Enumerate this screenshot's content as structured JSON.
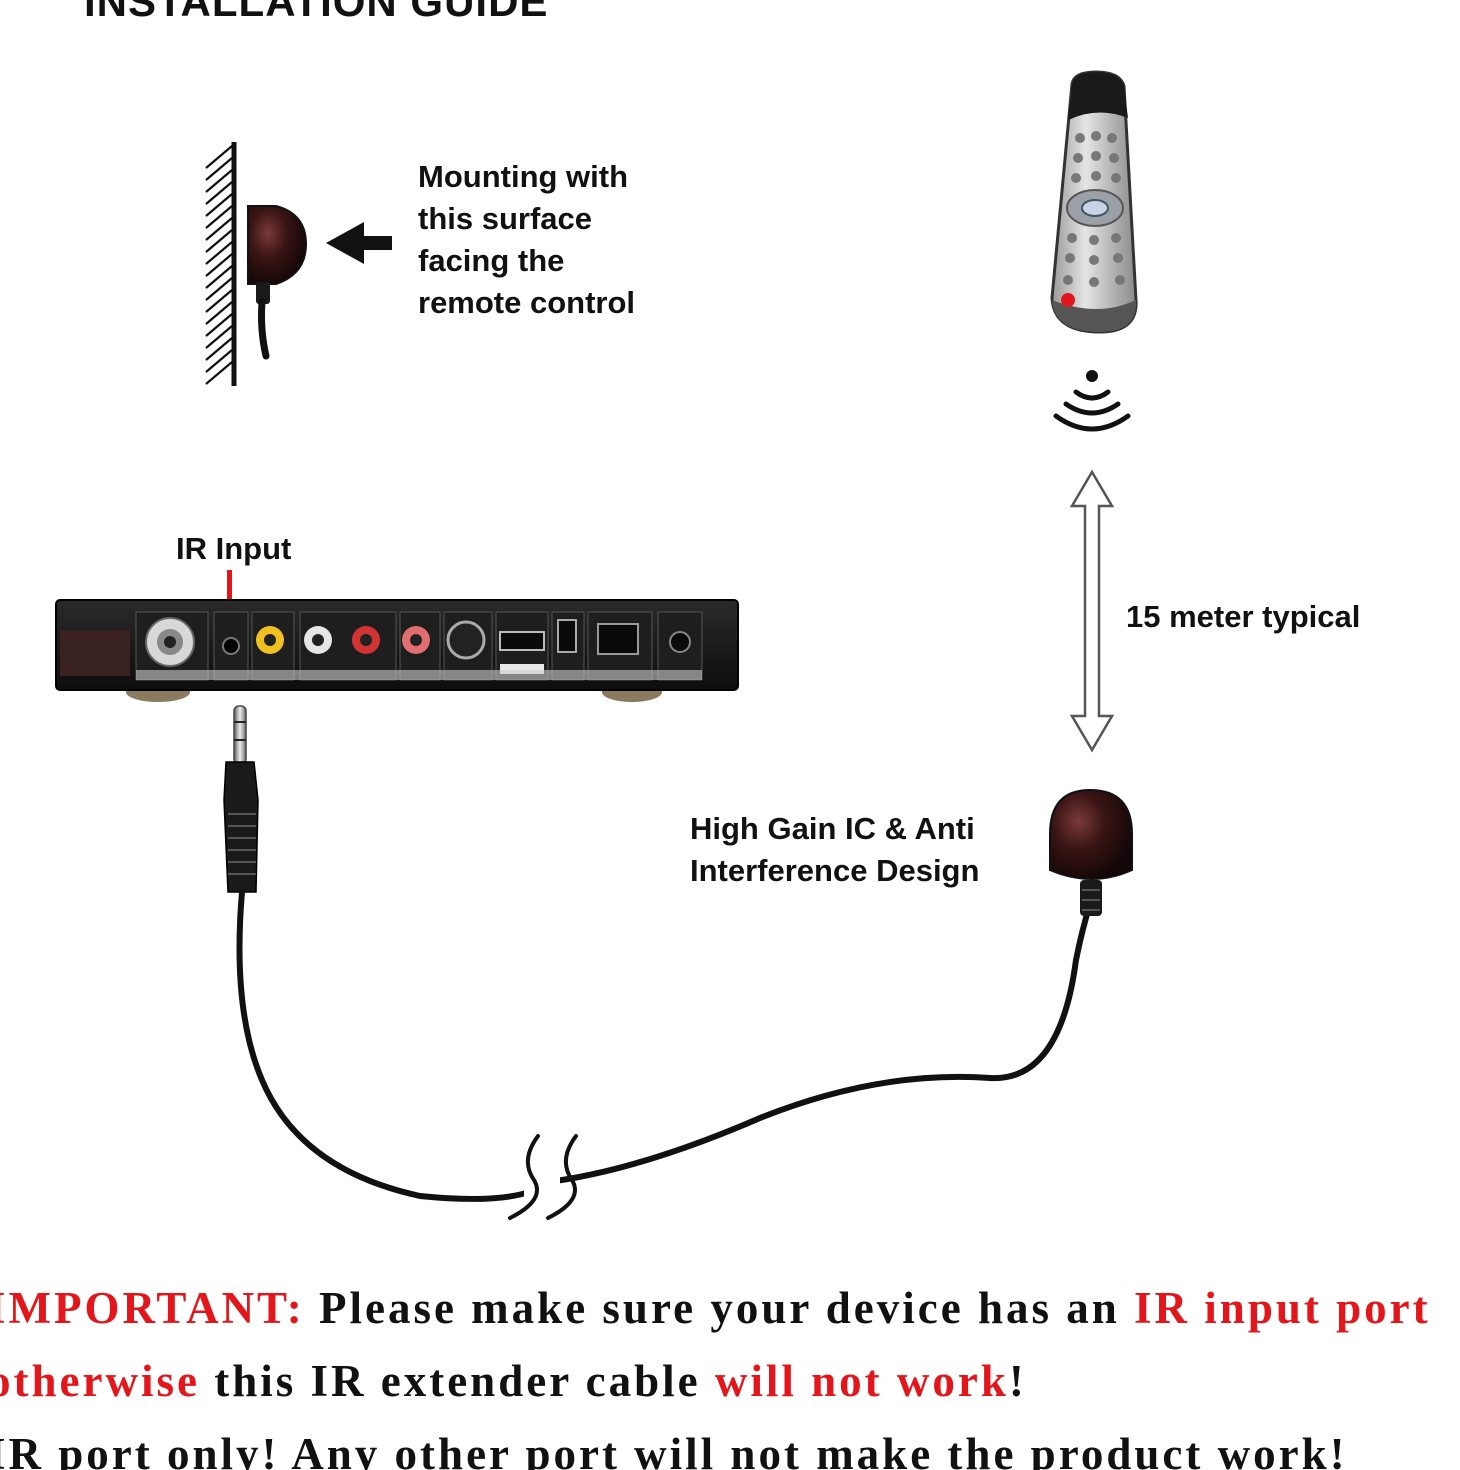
{
  "title": "INSTALLATION GUIDE",
  "mounting_note": [
    "Mounting with",
    "this surface",
    "facing the",
    "remote control"
  ],
  "ir_input_label": "IR Input",
  "distance_label": "15 meter typical",
  "sensor_note": [
    "High Gain IC & Anti",
    "Interference Design"
  ],
  "notice": {
    "line1": {
      "prefix": "IMPORTANT:",
      "middle": " Please make sure your device has an ",
      "highlight": "IR input port"
    },
    "line2": {
      "prefix": "otherwise",
      "middle": " this IR extender cable ",
      "highlight": "will not work",
      "suffix": "!"
    },
    "line3": "IR port only! Any other port will not make the product work!"
  },
  "colors": {
    "accent_red": "#e3161b",
    "text": "#111111",
    "device_body": "#161616",
    "sensor_dome": "#3a1414"
  },
  "icons": [
    "wall-hatching-icon",
    "ir-receiver-icon",
    "arrow-left-icon",
    "remote-control-icon",
    "ir-signal-icon",
    "double-arrow-icon",
    "set-top-box-icon",
    "audio-jack-icon",
    "cable-break-icon"
  ]
}
